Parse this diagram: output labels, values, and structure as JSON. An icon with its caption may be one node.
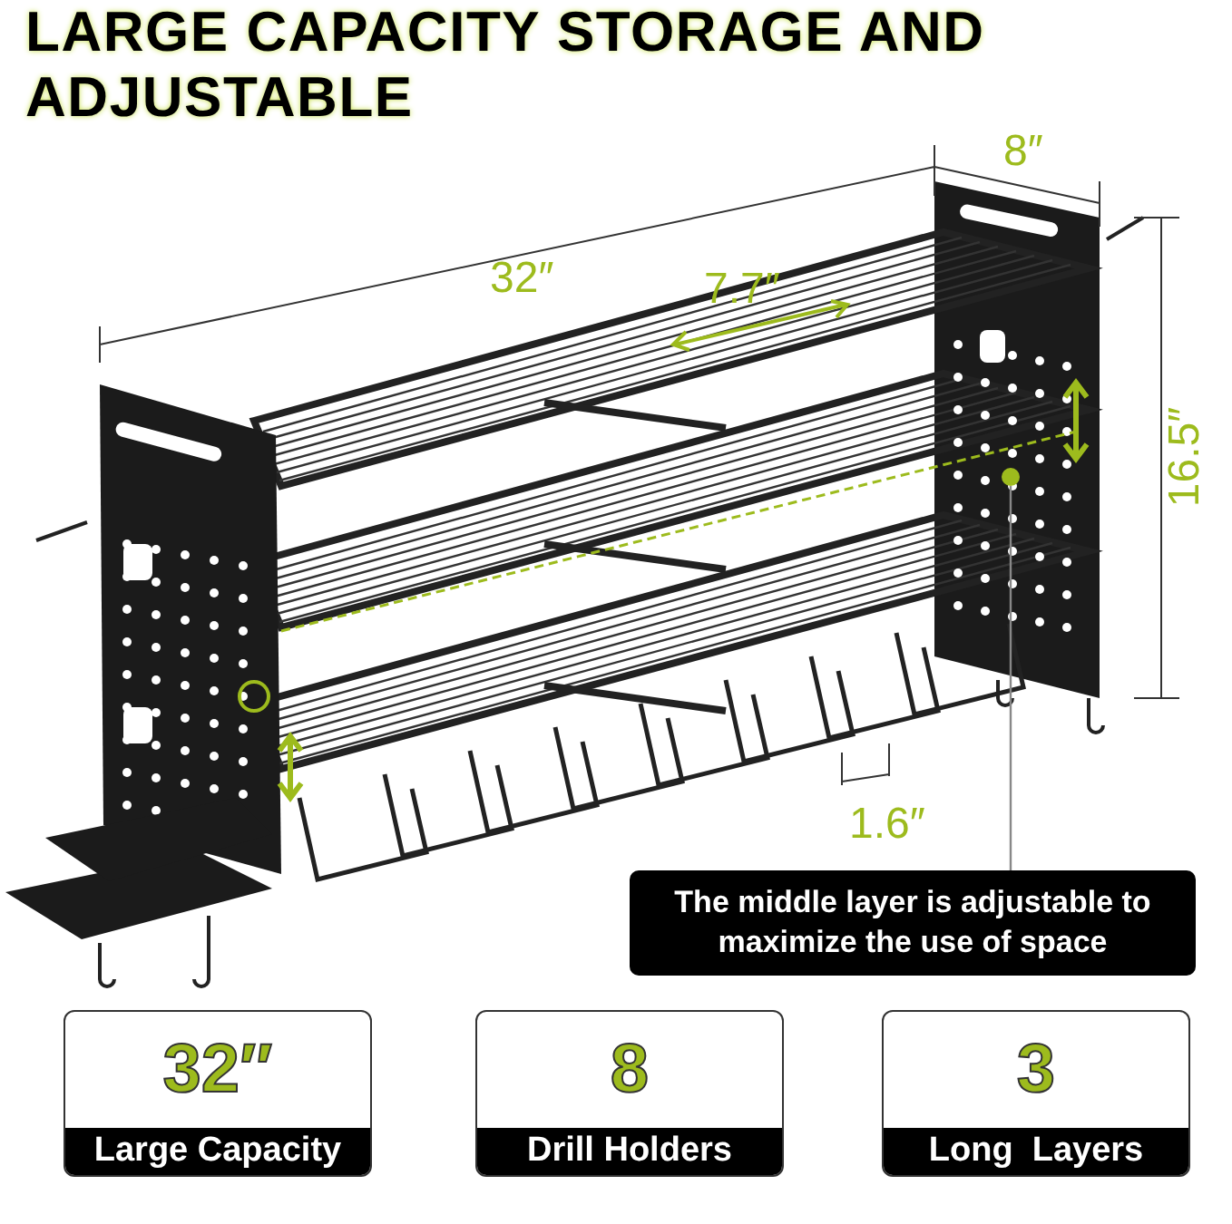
{
  "diagram": {
    "title": "LARGE CAPACITY STORAGE AND ADJUSTABLE",
    "nodes": [
      {
        "text": [
          "The middle layer is adjustable to maximize the use of space"
        ]
      },
      {
        "text": [],
        "shape": "circle"
      },
      {
        "text": [
          "32″",
          "Large Capacity"
        ]
      },
      {
        "text": [
          "8",
          "Drill Holders"
        ]
      },
      {
        "text": [
          "3",
          "Long  Layers"
        ]
      }
    ],
    "edges": [
      {
        "from": 0,
        "to": 1,
        "arrow": "none"
      }
    ],
    "labels": [
      "32″",
      "8″",
      "7.7″",
      "16.5″",
      "1.6″"
    ]
  }
}
